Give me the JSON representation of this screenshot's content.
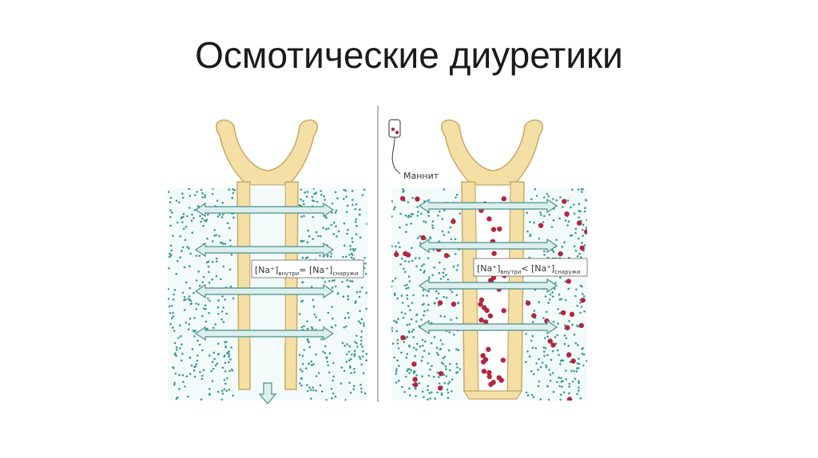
{
  "slide": {
    "title": "Осмотические диуретики"
  },
  "figure": {
    "colors": {
      "tubule": "#f4dfa4",
      "tubule_outline": "#c9a868",
      "interstitium_dot": "#3b9a93",
      "mannitol_dot": "#b3263f",
      "arrow_fill": "#dcefee",
      "arrow_stroke": "#4a8f8a"
    },
    "left_panel": {
      "label_main": "[Na⁺]",
      "label_sub_in": "внутри",
      "label_eq": "= [Na⁺]",
      "label_sub_out": "снаружи"
    },
    "right_panel": {
      "drug_label": "Маннит",
      "label_main": "[Na⁺]",
      "label_sub_in": "внутри",
      "label_eq": "< [Na⁺]",
      "label_sub_out": "снаружи"
    },
    "icons": [
      "iv-drip-icon",
      "two-way-arrow-icon",
      "down-arrow-icon"
    ]
  }
}
